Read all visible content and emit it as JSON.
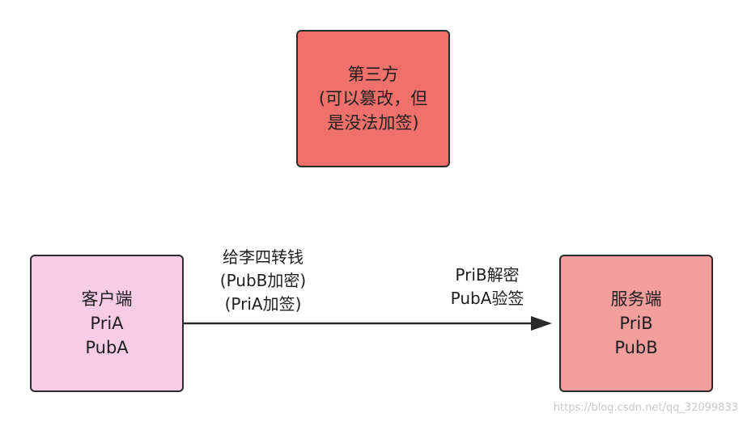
{
  "nodes": {
    "third_party": {
      "lines": [
        "第三方",
        "(可以篡改，但",
        "是没法加签)"
      ]
    },
    "client": {
      "lines": [
        "客户端",
        "PriA",
        "PubA"
      ]
    },
    "server": {
      "lines": [
        "服务端",
        "PriB",
        "PubB"
      ]
    }
  },
  "edge": {
    "left_label": [
      "给李四转钱",
      "(PubB加密)",
      "(PriA加签)"
    ],
    "right_label": [
      "PriB解密",
      "PubA验签"
    ]
  },
  "watermark": "https://blog.csdn.net/qq_32099833",
  "colors": {
    "third_party": "#f0716c",
    "client": "#f8cbe6",
    "server": "#f19e9d",
    "stroke": "#2b2b2b"
  }
}
